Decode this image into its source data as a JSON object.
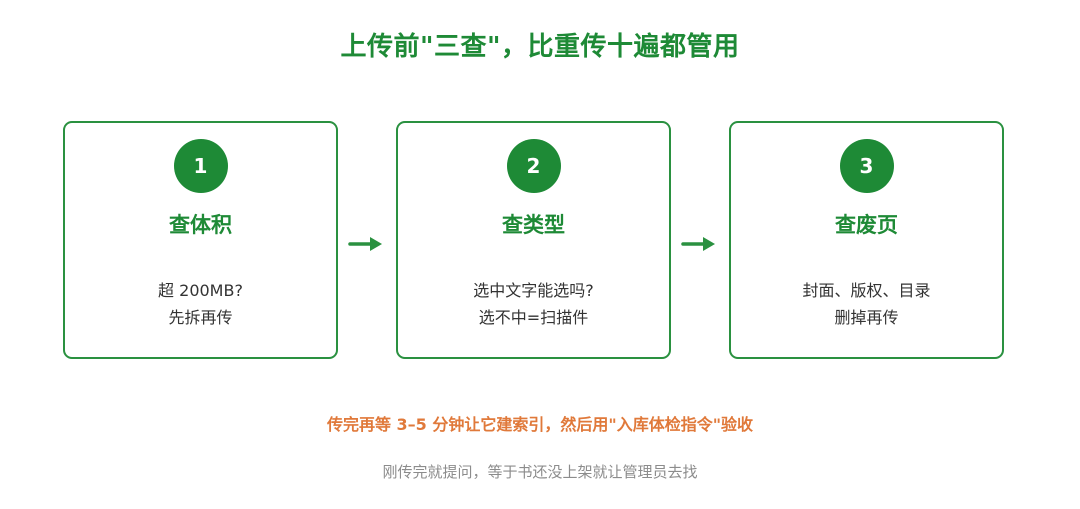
{
  "title": "上传前\"三查\"，比重传十遍都管用",
  "steps": [
    {
      "number": "1",
      "title": "查体积",
      "line1": "超 200MB?",
      "line2": "先拆再传"
    },
    {
      "number": "2",
      "title": "查类型",
      "line1": "选中文字能选吗?",
      "line2": "选不中=扫描件"
    },
    {
      "number": "3",
      "title": "查废页",
      "line1": "封面、版权、目录",
      "line2": "删掉再传"
    }
  ],
  "note": "传完再等 3–5 分钟让它建索引，然后用\"入库体检指令\"验收",
  "footnote": "刚传完就提问，等于书还没上架就让管理员去找",
  "colors": {
    "accent_green": "#1e8a36",
    "border_green": "#2a9140",
    "note_orange": "#e0793a",
    "footnote_gray": "#8c8c8c"
  }
}
